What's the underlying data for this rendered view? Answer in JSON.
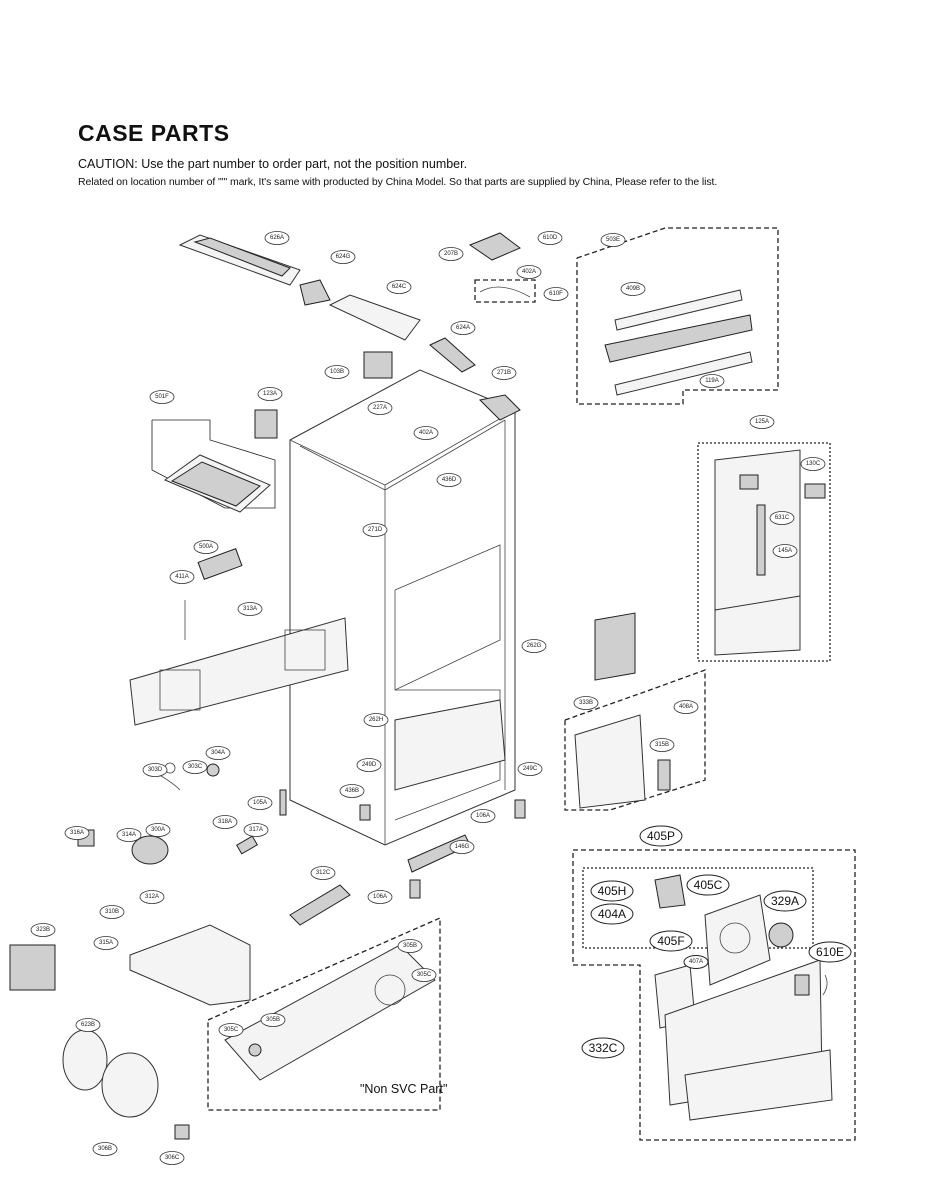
{
  "header": {
    "title": "CASE PARTS",
    "caution": "CAUTION: Use the part number to order part, not the position number.",
    "related": "Related on location number of \"'\" mark, It's same with producted by China Model. So that parts are supplied by China, Please refer to the list."
  },
  "note": "\"Non SVC Part\"",
  "labels_small": [
    "626A",
    "624G",
    "624C",
    "624A",
    "103B",
    "227A",
    "402A",
    "271D",
    "436D",
    "271B",
    "501F",
    "123A",
    "500A",
    "411A",
    "313A",
    "262G",
    "333B",
    "408A",
    "315B",
    "262H",
    "249D",
    "249C",
    "436B",
    "303D",
    "303C",
    "304A",
    "105A",
    "106A",
    "146G",
    "316A",
    "314A",
    "300A",
    "318A",
    "317A",
    "312A",
    "310B",
    "312C",
    "106A",
    "305B",
    "305C",
    "305B",
    "305C",
    "315A",
    "323B",
    "623B",
    "306B",
    "306C",
    "207B",
    "610D",
    "402A",
    "610F",
    "503E",
    "409B",
    "119A",
    "125A",
    "130C",
    "631C",
    "145A"
  ],
  "labels_big": [
    "405P",
    "405H",
    "405C",
    "329A",
    "404A",
    "405F",
    "610E",
    "332C",
    "407A"
  ]
}
